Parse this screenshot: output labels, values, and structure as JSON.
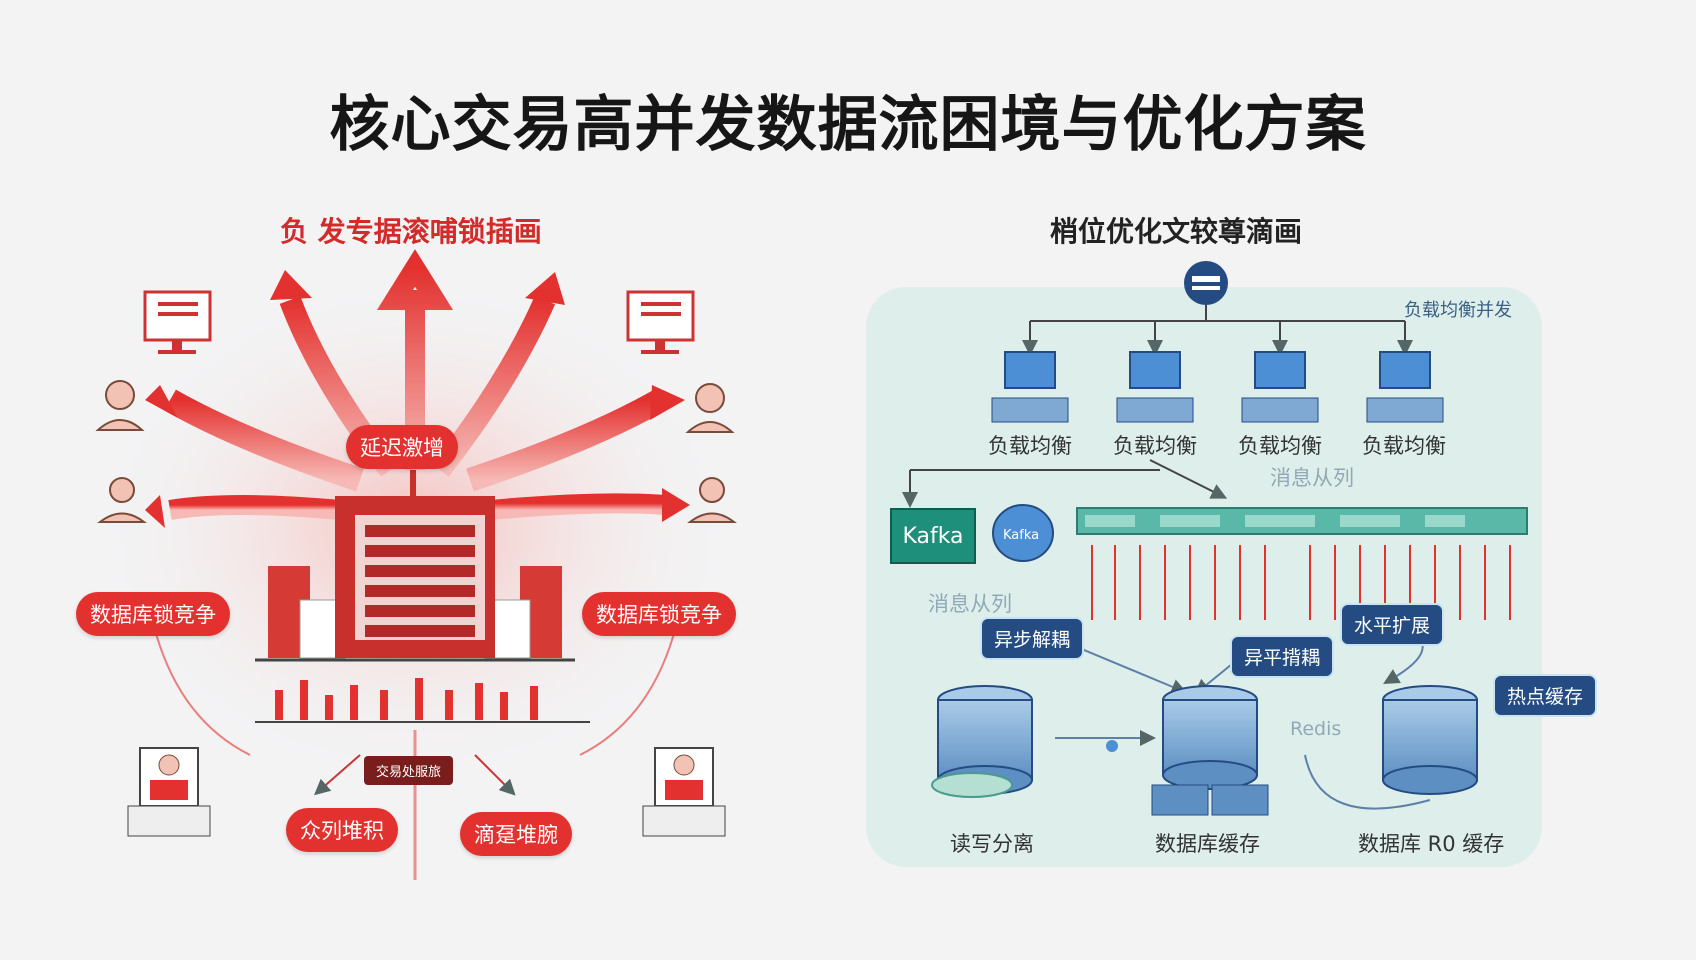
{
  "page": {
    "title": "核心交易高并发数据流困境与优化方案",
    "left_title": "负 发专据滚哺锁插画",
    "right_title": "梢位优化文较尊滴画"
  },
  "left": {
    "latency": "延迟激增",
    "db_lock_left": "数据库锁竞争",
    "db_lock_right": "数据库锁竞争",
    "center_tag": "交易处服旅",
    "queue_backlog": "众列堆积",
    "request_pileup": "滴趸堆腕"
  },
  "right": {
    "lb_caption": "负载均衡并发",
    "lb_nodes": [
      "负载均衡",
      "负载均衡",
      "负载均衡",
      "负载均衡"
    ],
    "mq_label_top": "消息从列",
    "mq_label_left": "消息从列",
    "kafka_box": "Kafka",
    "kafka_icon": "Kafka",
    "async": "异步解耦",
    "async2": "异平揹耦",
    "scale": "水平扩展",
    "hot_cache": "热点缓存",
    "redis": "Redis",
    "db_labels": [
      "读写分离",
      "数据库缓存",
      "数据库 R0 缓存"
    ]
  },
  "colors": {
    "accent_red": "#e3312f",
    "panel_teal": "#d9ede9",
    "navy": "#244b82"
  }
}
